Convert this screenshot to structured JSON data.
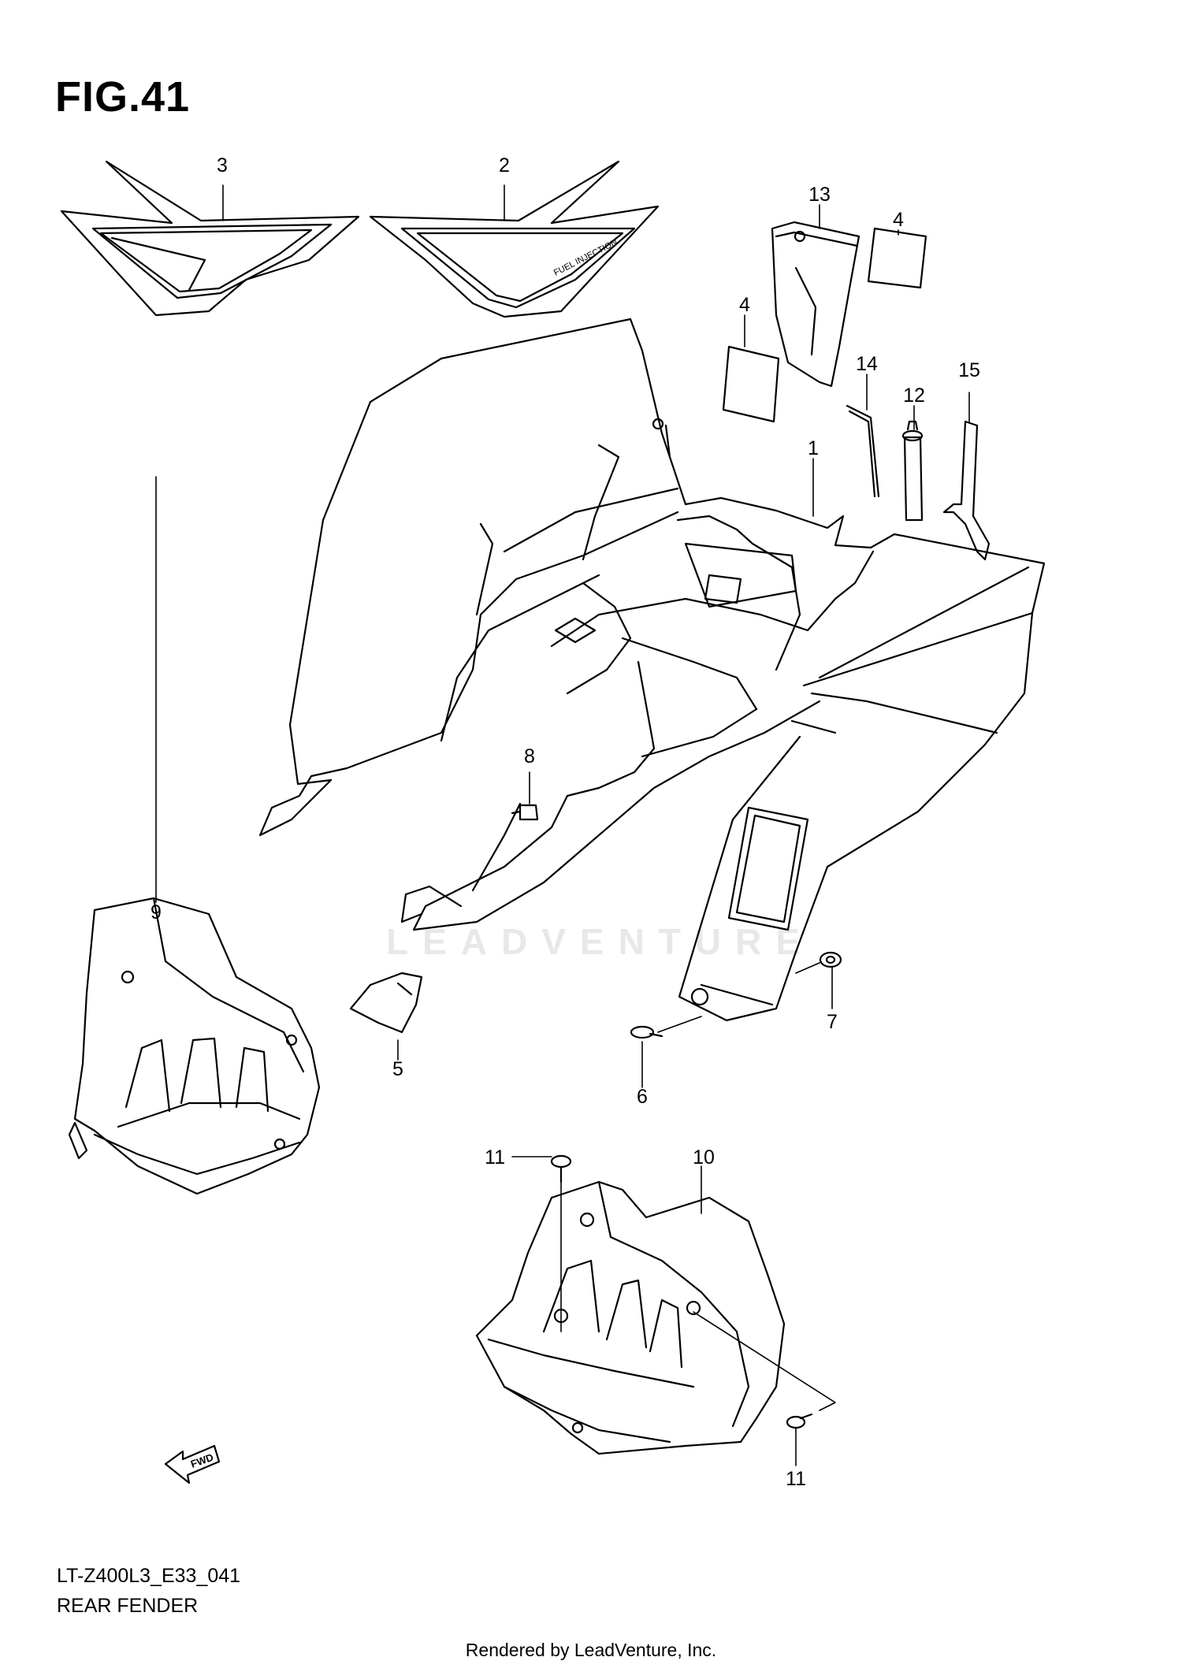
{
  "figure": {
    "title": "FIG.41",
    "code": "LT-Z400L3_E33_041",
    "name": "REAR FENDER",
    "rendered_by": "Rendered by LeadVenture, Inc.",
    "watermark": "LEADVENTURE",
    "decal_text": "FUEL INJECTION",
    "fwd_label": "FWD"
  },
  "callouts": [
    {
      "id": "c1",
      "label": "1"
    },
    {
      "id": "c2",
      "label": "2"
    },
    {
      "id": "c3",
      "label": "3"
    },
    {
      "id": "c4a",
      "label": "4"
    },
    {
      "id": "c4b",
      "label": "4"
    },
    {
      "id": "c5",
      "label": "5"
    },
    {
      "id": "c6",
      "label": "6"
    },
    {
      "id": "c7",
      "label": "7"
    },
    {
      "id": "c8",
      "label": "8"
    },
    {
      "id": "c9",
      "label": "9"
    },
    {
      "id": "c10",
      "label": "10"
    },
    {
      "id": "c11a",
      "label": "11"
    },
    {
      "id": "c11b",
      "label": "11"
    },
    {
      "id": "c12",
      "label": "12"
    },
    {
      "id": "c13",
      "label": "13"
    },
    {
      "id": "c14",
      "label": "14"
    },
    {
      "id": "c15",
      "label": "15"
    }
  ]
}
